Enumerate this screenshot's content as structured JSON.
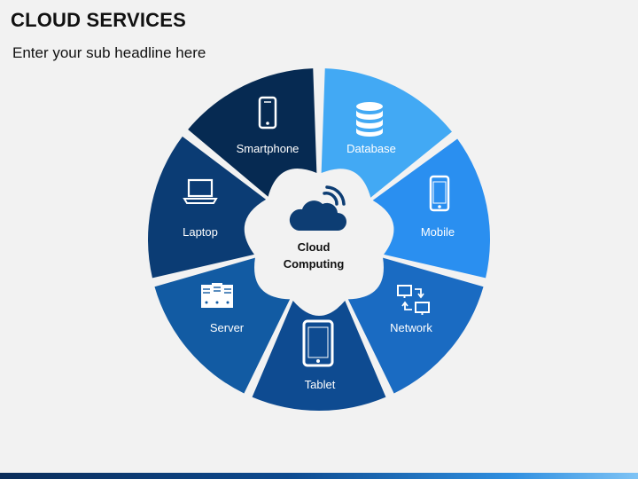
{
  "header": {
    "title": "CLOUD SERVICES",
    "subtitle": "Enter your sub headline here"
  },
  "center": {
    "line1": "Cloud",
    "line2": "Computing",
    "icon": "cloud-wifi-icon"
  },
  "segments": [
    {
      "label": "Smartphone",
      "icon": "smartphone-icon",
      "color": "#062a52"
    },
    {
      "label": "Database",
      "icon": "database-icon",
      "color": "#42a9f4"
    },
    {
      "label": "Mobile",
      "icon": "mobile-icon",
      "color": "#2a8ff0"
    },
    {
      "label": "Network",
      "icon": "network-icon",
      "color": "#1a6bc2"
    },
    {
      "label": "Tablet",
      "icon": "tablet-icon",
      "color": "#0e4b91"
    },
    {
      "label": "Server",
      "icon": "server-icon",
      "color": "#125ba3"
    },
    {
      "label": "Laptop",
      "icon": "laptop-icon",
      "color": "#0b3c74"
    }
  ]
}
